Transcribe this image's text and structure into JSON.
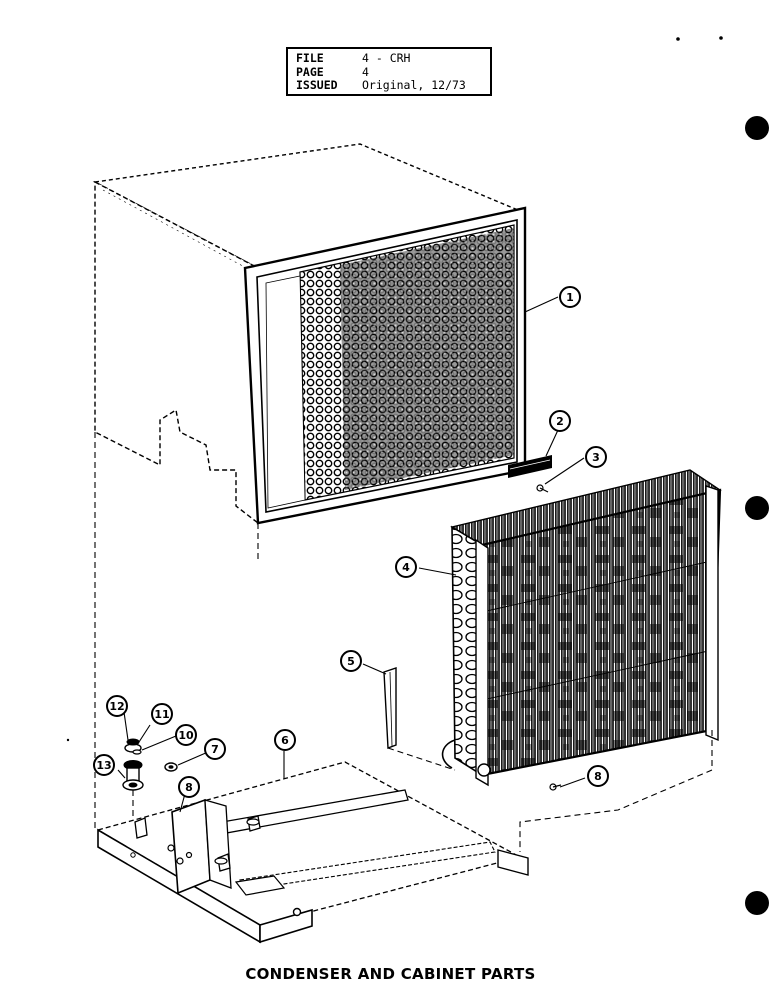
{
  "header": {
    "rows": [
      {
        "key": "FILE",
        "value": "4 - CRH"
      },
      {
        "key": "PAGE",
        "value": "4"
      },
      {
        "key": "ISSUED",
        "value": "Original, 12/73"
      }
    ]
  },
  "caption": "CONDENSER AND CABINET PARTS",
  "callouts": [
    "1",
    "2",
    "3",
    "4",
    "5",
    "6",
    "7",
    "8",
    "8",
    "10",
    "11",
    "12",
    "13"
  ],
  "colors": {
    "ink": "#000000",
    "paper": "#ffffff"
  }
}
